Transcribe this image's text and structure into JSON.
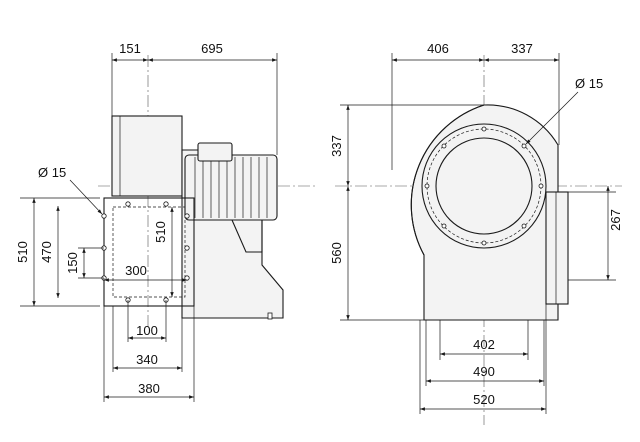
{
  "side_view": {
    "dim_top_left": "151",
    "dim_top_right": "695",
    "dim_hole": "Ø 15",
    "dim_height_outer": "510",
    "dim_height_inner": "470",
    "dim_flange_height": "510",
    "dim_hole_spacing_v": "150",
    "dim_hole_spacing_h": "300",
    "dim_bottom_100": "100",
    "dim_bottom_340": "340",
    "dim_bottom_380": "380"
  },
  "front_view": {
    "dim_top_left": "406",
    "dim_top_right": "337",
    "dim_hole": "Ø 15",
    "dim_upper_height": "337",
    "dim_lower_height": "560",
    "dim_outlet_height": "267",
    "dim_bottom_402": "402",
    "dim_bottom_490": "490",
    "dim_bottom_520": "520"
  }
}
